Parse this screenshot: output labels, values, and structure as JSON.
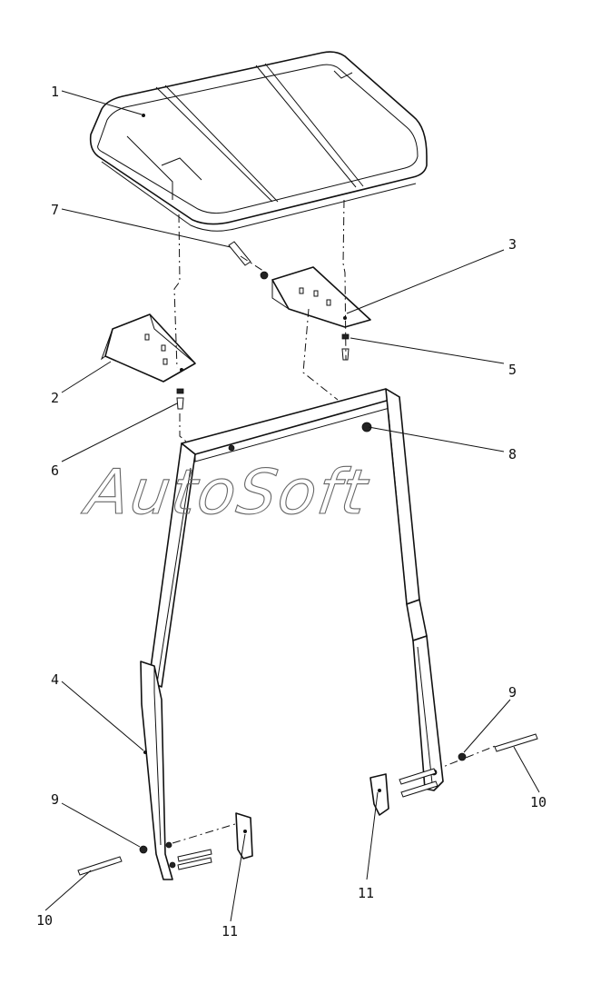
{
  "watermark": "AutoSoft",
  "callouts": [
    {
      "id": "c1",
      "text": "1"
    },
    {
      "id": "c7",
      "text": "7"
    },
    {
      "id": "c3",
      "text": "3"
    },
    {
      "id": "c5",
      "text": "5"
    },
    {
      "id": "c2",
      "text": "2"
    },
    {
      "id": "c6",
      "text": "6"
    },
    {
      "id": "c8",
      "text": "8"
    },
    {
      "id": "c4",
      "text": "4"
    },
    {
      "id": "c9a",
      "text": "9"
    },
    {
      "id": "c9b",
      "text": "9"
    },
    {
      "id": "c10a",
      "text": "10"
    },
    {
      "id": "c10b",
      "text": "10"
    },
    {
      "id": "c11a",
      "text": "11"
    },
    {
      "id": "c11b",
      "text": "11"
    }
  ]
}
